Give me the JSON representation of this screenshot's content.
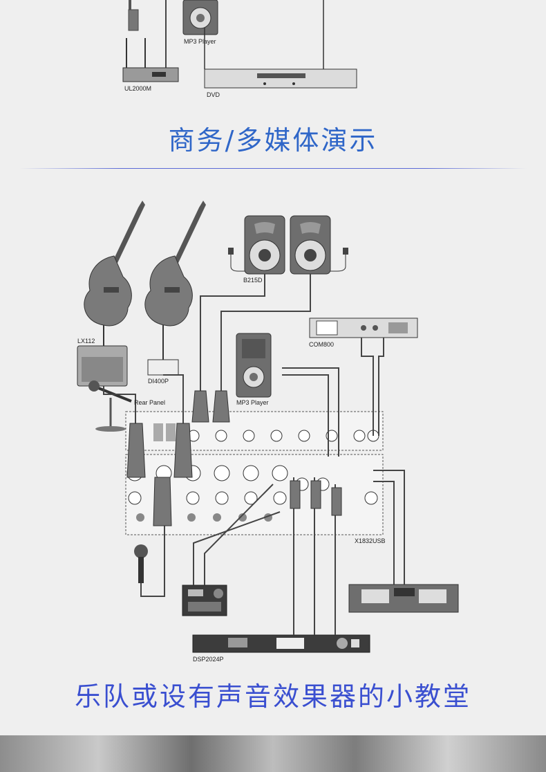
{
  "section_top": {
    "labels": {
      "mp3_player": "MP3 Player",
      "ul2000m": "UL2000M",
      "dvd": "DVD"
    },
    "caption": "商务/多媒体演示"
  },
  "section_band": {
    "labels": {
      "lx112": "LX112",
      "b215d": "B215D",
      "com800": "COM800",
      "di400p": "DI400P",
      "mp3_player": "MP3 Player",
      "rear_panel": "Rear Panel",
      "x1832usb": "X1832USB",
      "dsp2024p": "DSP2024P"
    },
    "caption": "乐队或设有声音效果器的小教堂"
  },
  "colors": {
    "caption_top": "#2f66c8",
    "caption_bottom": "#3a4fd0",
    "device_gray": "#6e6e6e",
    "device_dark": "#3c3c3c",
    "background": "#efefef"
  }
}
